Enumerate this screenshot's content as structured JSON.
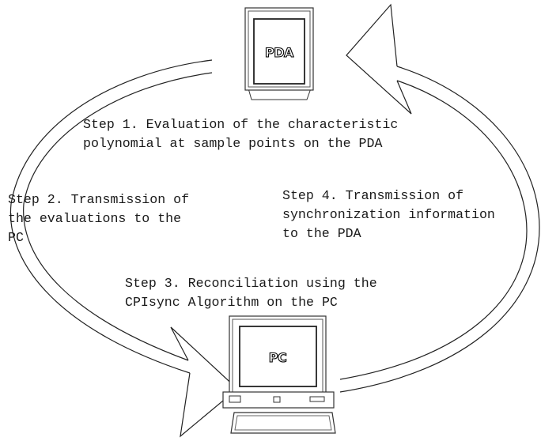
{
  "devices": {
    "pda_label": "PDA",
    "pc_label": "PC"
  },
  "steps": {
    "step1": "Step 1. Evaluation of the characteristic\npolynomial at sample points on the PDA",
    "step2": "Step 2. Transmission of\nthe evaluations to the\nPC",
    "step3": "Step 3. Reconciliation using the\nCPIsync Algorithm on the PC",
    "step4": "Step 4. Transmission of\nsynchronization information\nto the PDA"
  },
  "colors": {
    "stroke": "#222222",
    "device_fill": "#ffffff"
  }
}
